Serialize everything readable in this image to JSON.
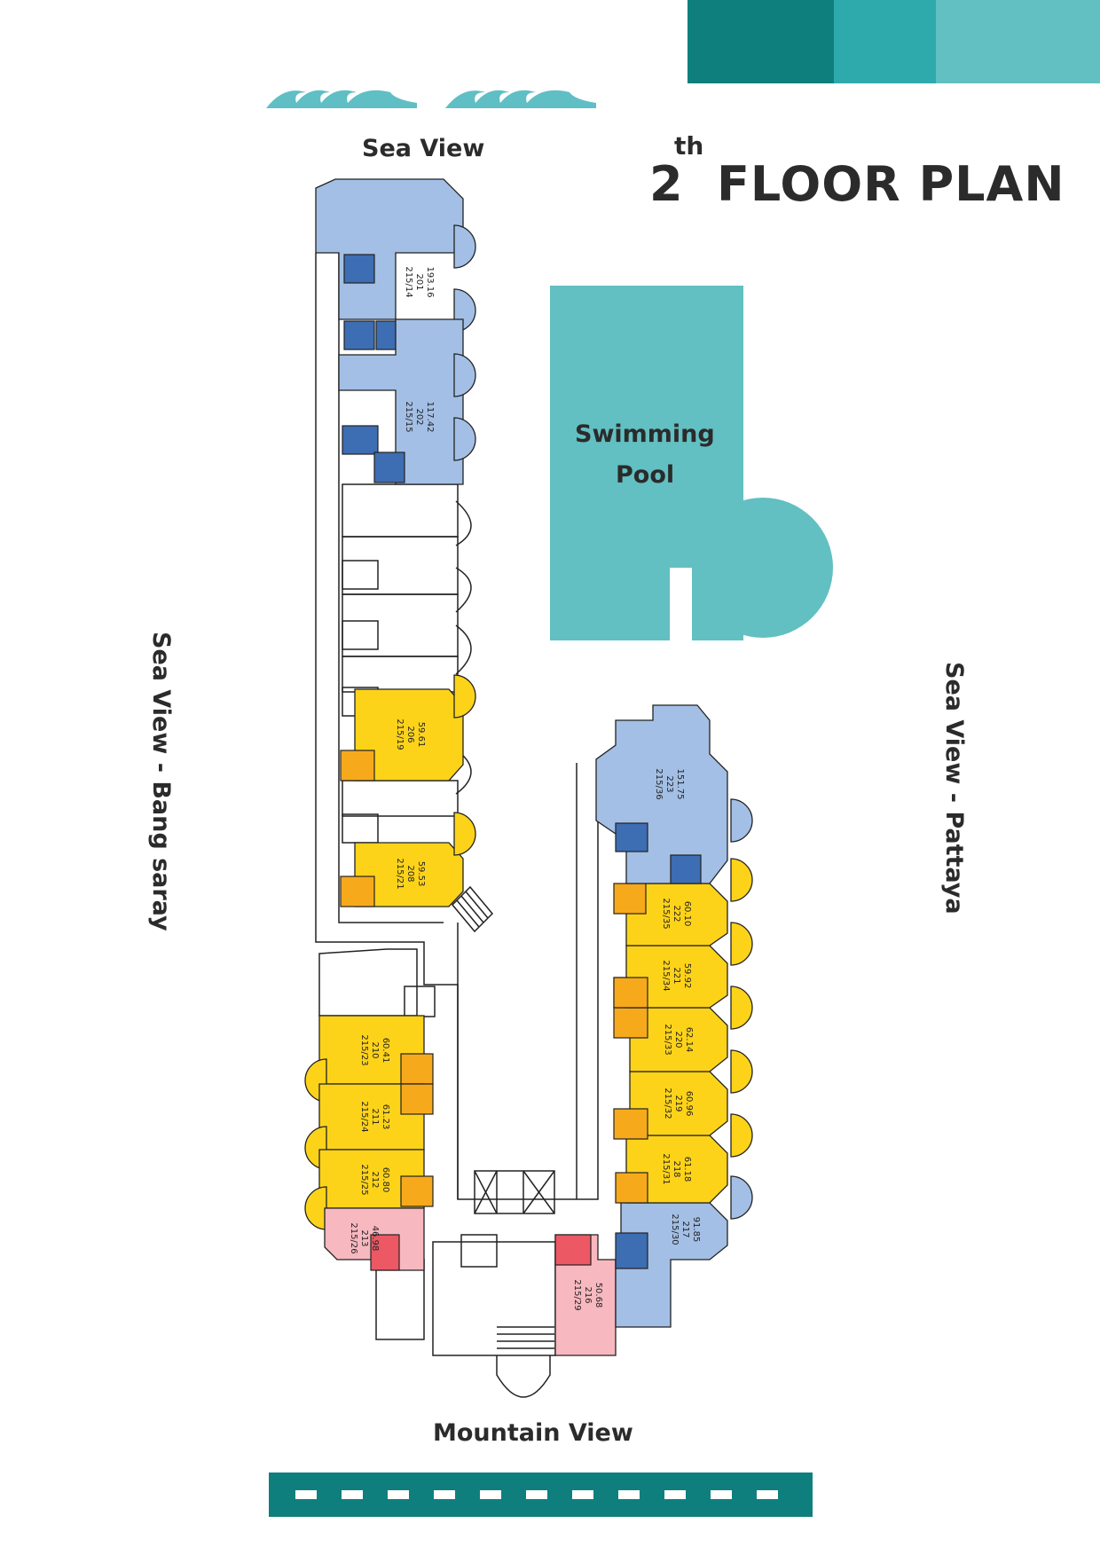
{
  "title": {
    "number": "2",
    "suffix": "th",
    "text": "FLOOR PLAN"
  },
  "views": {
    "top": "Sea View",
    "left": "Sea View - Bang saray",
    "right": "Sea View - Pattaya",
    "bottom": "Mountain View"
  },
  "pool": {
    "line1": "Swimming",
    "line2": "Pool"
  },
  "colors": {
    "blue_unit": "#a3bfe5",
    "blue_block": "#3d6db3",
    "yellow_unit": "#fdd31a",
    "orange_block": "#f7a91c",
    "pink_unit": "#f8b8c0",
    "red_block": "#ec5864",
    "teal_pool": "#62bfc2",
    "teal_dark": "#0f7f7e",
    "teal_mid": "#2eaaad"
  },
  "units": [
    {
      "id": "201",
      "area": "193.16",
      "plot": "215/14",
      "color": "blue"
    },
    {
      "id": "202",
      "area": "117.42",
      "plot": "215/15",
      "color": "blue"
    },
    {
      "id": "206",
      "area": "59.61",
      "plot": "215/19",
      "color": "yellow"
    },
    {
      "id": "208",
      "area": "59.53",
      "plot": "215/21",
      "color": "yellow"
    },
    {
      "id": "210",
      "area": "60.41",
      "plot": "215/23",
      "color": "yellow"
    },
    {
      "id": "211",
      "area": "61.23",
      "plot": "215/24",
      "color": "yellow"
    },
    {
      "id": "212",
      "area": "60.80",
      "plot": "215/25",
      "color": "yellow"
    },
    {
      "id": "213",
      "area": "46.98",
      "plot": "215/26",
      "color": "pink"
    },
    {
      "id": "216",
      "area": "50.68",
      "plot": "215/29",
      "color": "pink"
    },
    {
      "id": "217",
      "area": "91.85",
      "plot": "215/30",
      "color": "blue"
    },
    {
      "id": "218",
      "area": "61.18",
      "plot": "215/31",
      "color": "yellow"
    },
    {
      "id": "219",
      "area": "60.96",
      "plot": "215/32",
      "color": "yellow"
    },
    {
      "id": "220",
      "area": "62.14",
      "plot": "215/33",
      "color": "yellow"
    },
    {
      "id": "221",
      "area": "59.92",
      "plot": "215/34",
      "color": "yellow"
    },
    {
      "id": "222",
      "area": "60.10",
      "plot": "215/35",
      "color": "yellow"
    },
    {
      "id": "223",
      "area": "151.75",
      "plot": "215/36",
      "color": "blue"
    }
  ]
}
